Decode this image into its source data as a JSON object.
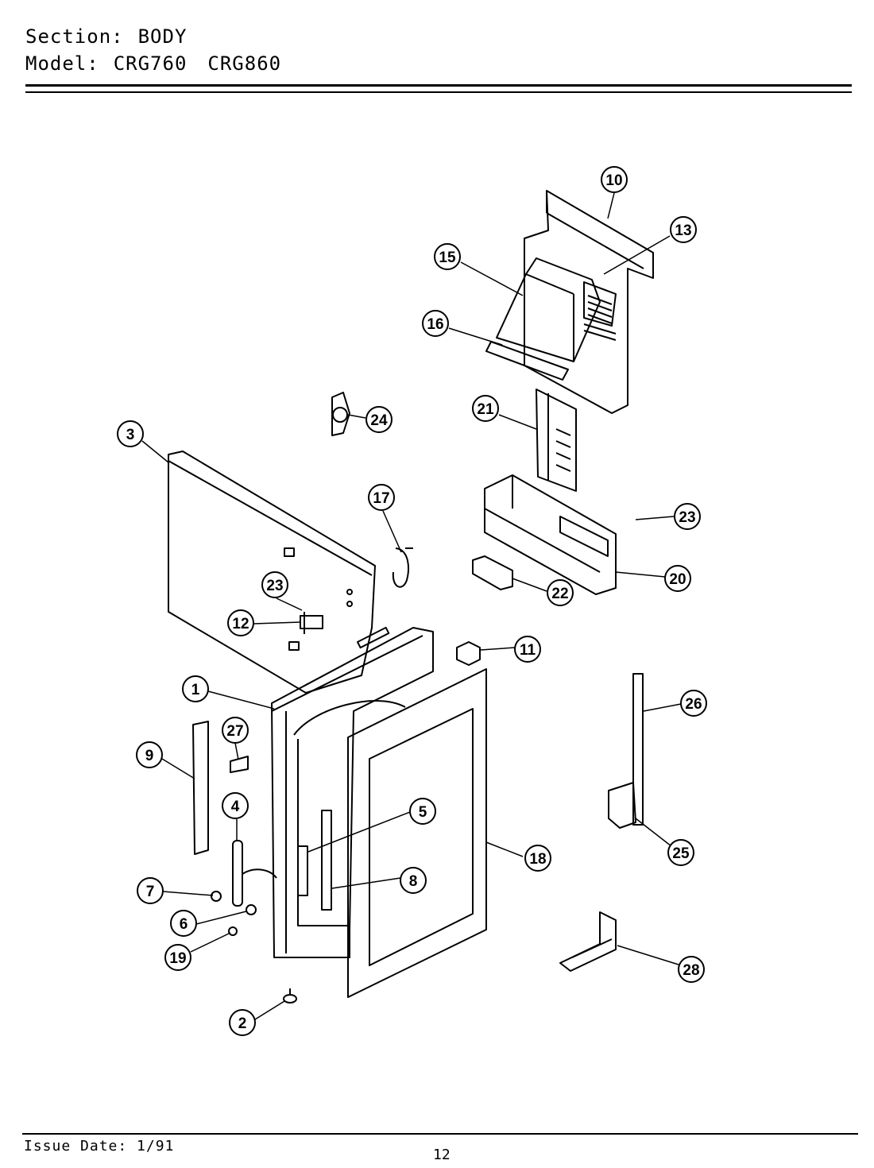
{
  "header": {
    "section_label": "Section:",
    "section_value": "BODY",
    "model_label": "Model:",
    "model_values": [
      "CRG760",
      "CRG860"
    ]
  },
  "footer": {
    "issue_date": "Issue Date: 1/91",
    "page_number": "12"
  },
  "callouts": [
    "10",
    "13",
    "15",
    "16",
    "21",
    "24",
    "3",
    "17",
    "23",
    "20",
    "22",
    "23",
    "12",
    "11",
    "1",
    "27",
    "9",
    "26",
    "4",
    "5",
    "18",
    "8",
    "7",
    "25",
    "6",
    "19",
    "28",
    "2"
  ]
}
